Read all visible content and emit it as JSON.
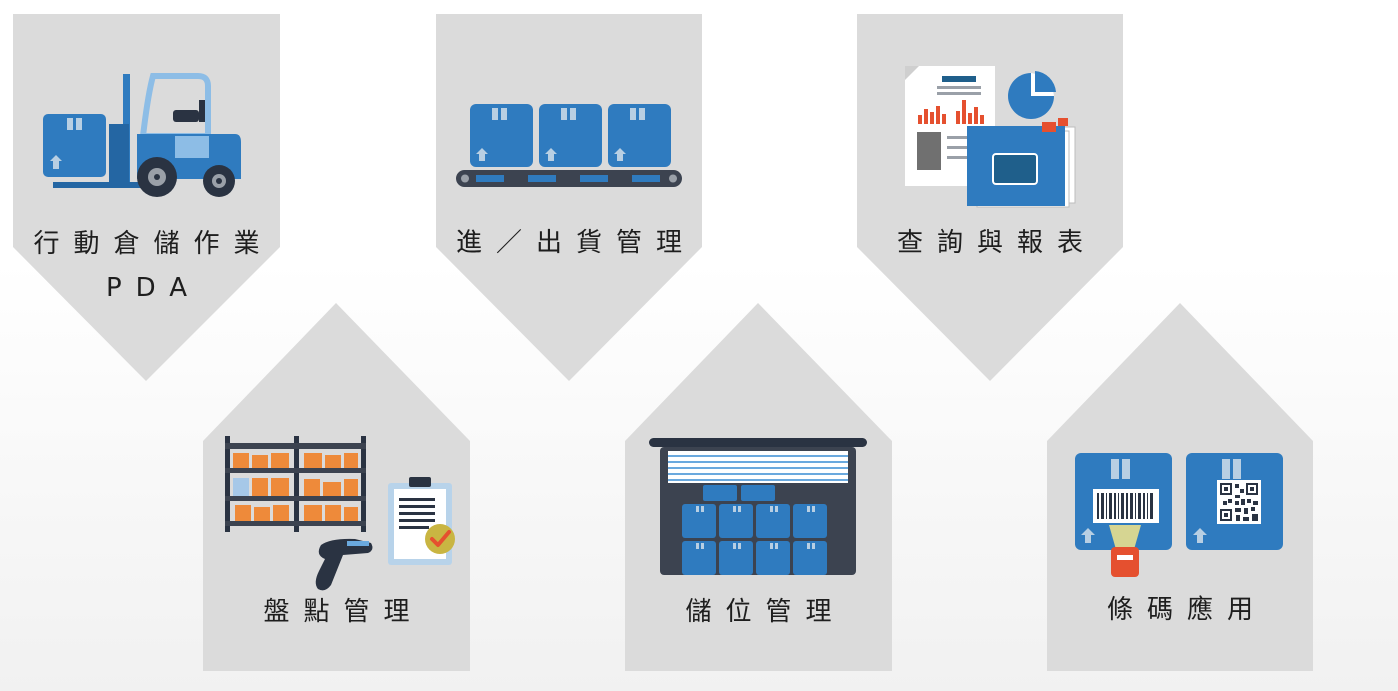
{
  "colors": {
    "tile_bg": "#dbdbdb",
    "box_blue": "#2f7bbf",
    "box_dark": "#2466a3",
    "text": "#1e1e1e",
    "orange": "#ee8a3a",
    "red": "#e5502f",
    "navy": "#2a3342"
  },
  "tiles": [
    {
      "id": "mobile-pda",
      "lines": [
        "行動倉儲作業",
        "PDA"
      ],
      "icon": "forklift-icon"
    },
    {
      "id": "inbound-outbound",
      "lines": [
        "進／出貨管理"
      ],
      "icon": "conveyor-icon"
    },
    {
      "id": "query-report",
      "lines": [
        "查詢與報表"
      ],
      "icon": "report-icon"
    },
    {
      "id": "inventory-check",
      "lines": [
        "盤點管理"
      ],
      "icon": "shelf-scanner-icon"
    },
    {
      "id": "location",
      "lines": [
        "儲位管理"
      ],
      "icon": "warehouse-icon"
    },
    {
      "id": "barcode",
      "lines": [
        "條碼應用"
      ],
      "icon": "barcode-icon"
    }
  ]
}
